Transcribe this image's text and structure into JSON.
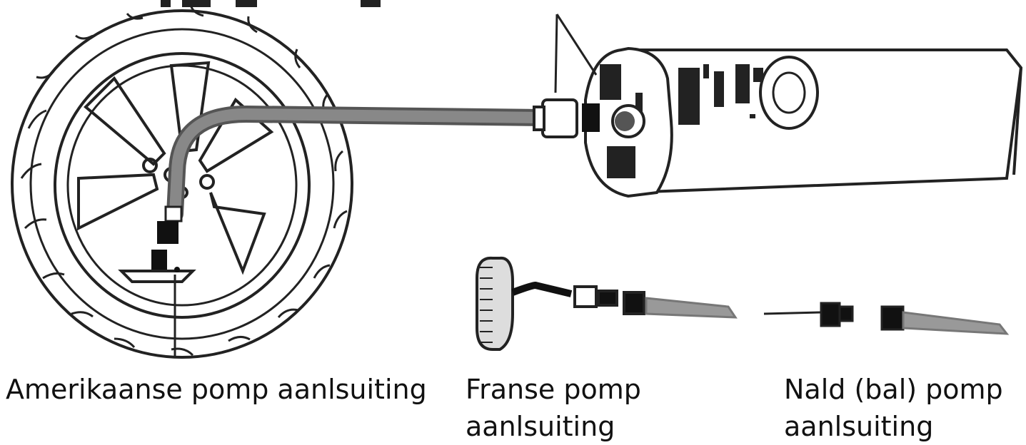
{
  "labels": {
    "american": "Amerikaanse pomp aanlsuiting",
    "french": [
      "Franse pomp",
      "aanlsuiting"
    ],
    "needle": [
      "Nald (bal) pomp",
      "aanlsuiting"
    ]
  },
  "icons": [
    "wheel-icon",
    "tire-icon",
    "pump-icon",
    "hose-icon",
    "french-valve-adapter-icon",
    "needle-adapter-icon"
  ]
}
